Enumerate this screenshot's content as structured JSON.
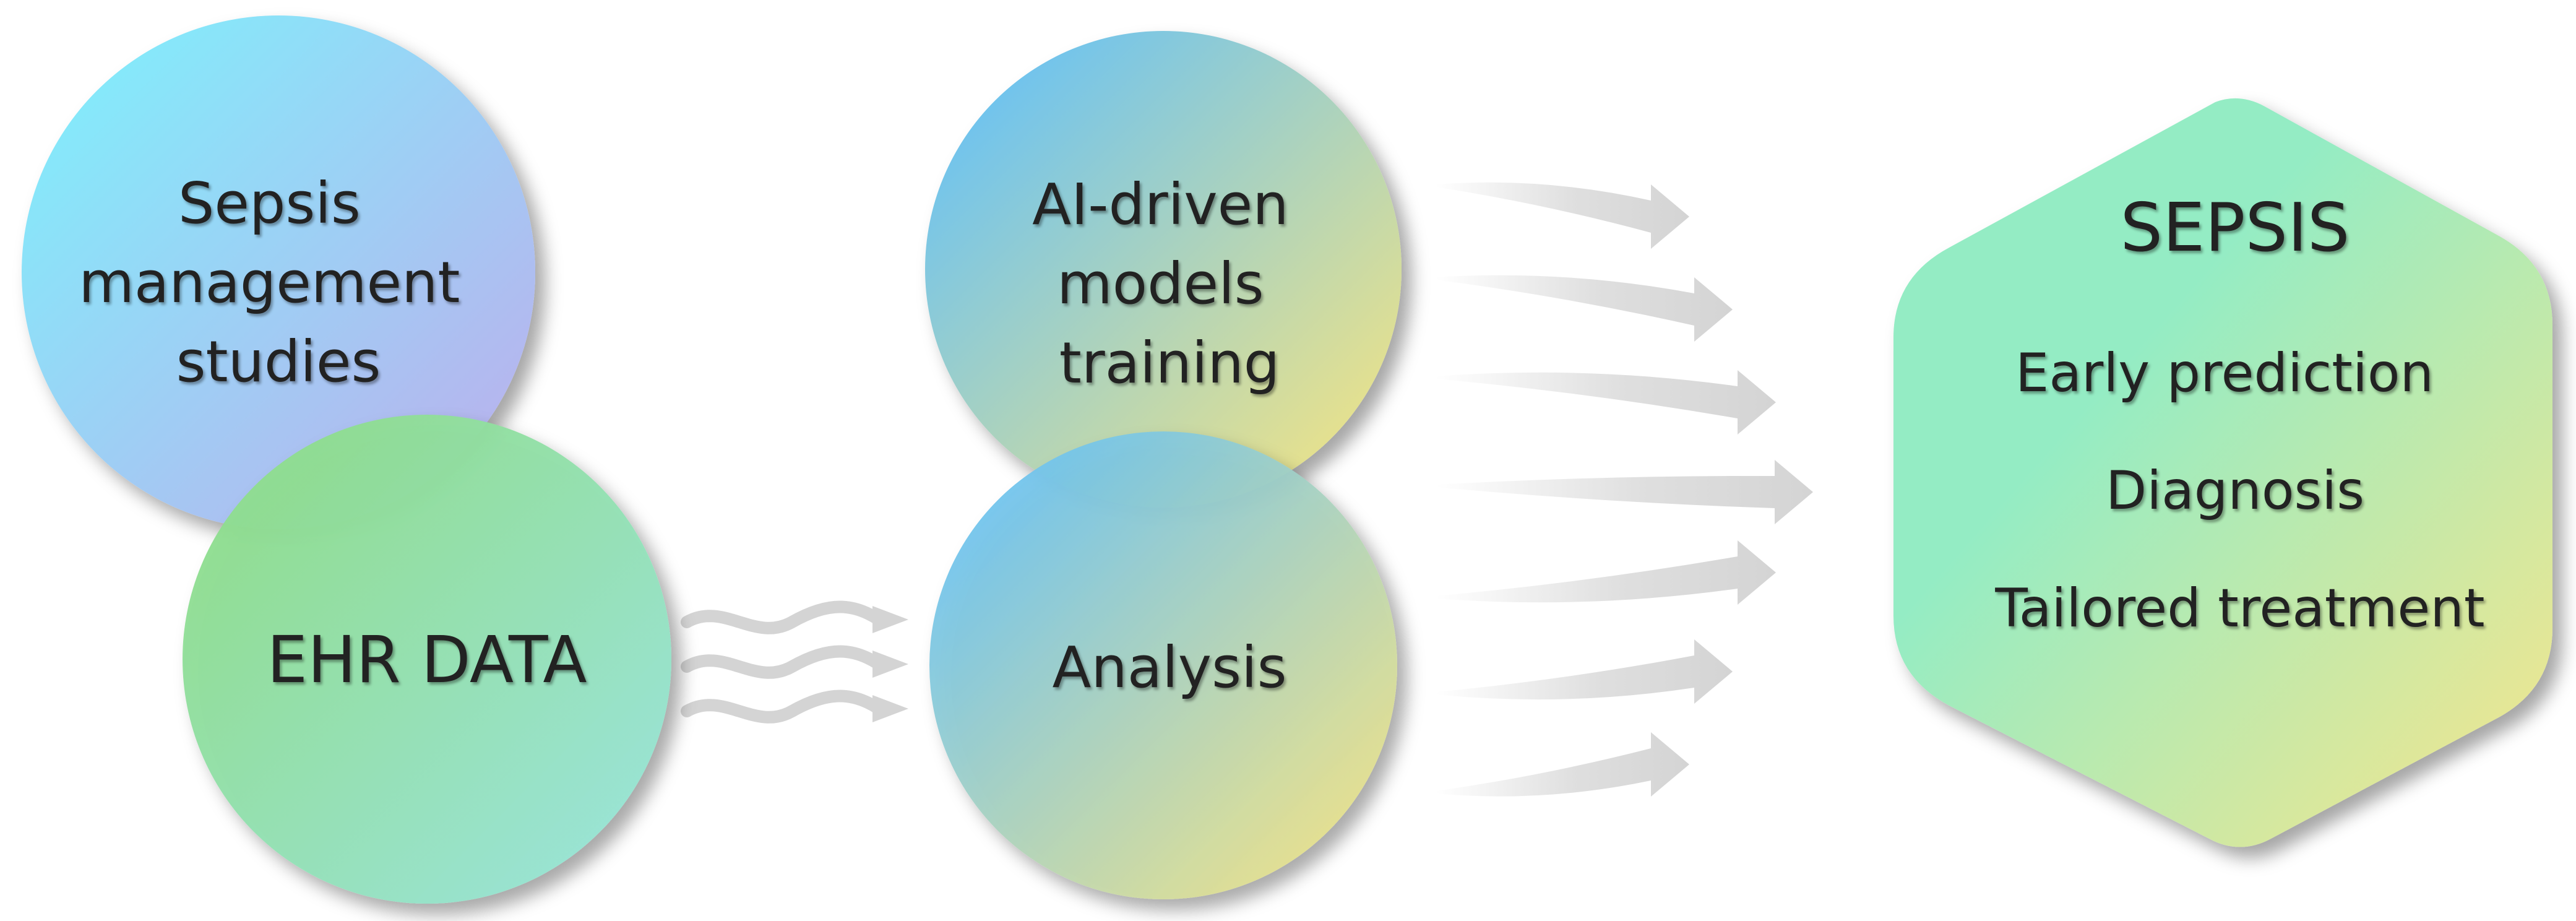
{
  "nodes": {
    "sepsis_studies": {
      "lines": [
        "Sepsis",
        "management",
        "studies"
      ],
      "colors": [
        "#86e8fa",
        "#b8b3ee"
      ]
    },
    "ehr_data": {
      "label": "EHR DATA",
      "colors": [
        "#8edd8a",
        "#98e4d6"
      ]
    },
    "ai_models": {
      "lines": [
        "AI-driven",
        "models",
        "training"
      ],
      "colors": [
        "#72c4ec",
        "#ebe28a"
      ]
    },
    "analysis": {
      "label": "Analysis",
      "colors": [
        "#72c4ec",
        "#ebe28a"
      ]
    }
  },
  "outcome": {
    "title": "SEPSIS",
    "items": [
      "Early prediction",
      "Diagnosis",
      "Tailored treatment"
    ],
    "colors": [
      "#94ecc4",
      "#f0e690"
    ]
  },
  "connectors": {
    "wave_arrow_count": 3,
    "fan_arrow_count": 7,
    "color": "#d4d4d4"
  }
}
